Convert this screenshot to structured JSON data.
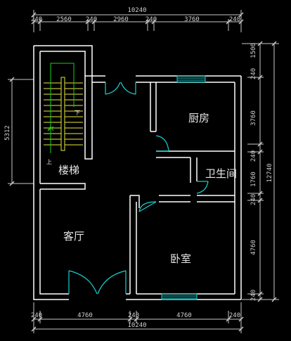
{
  "colors": {
    "background": "#000000",
    "wall": "#ffffff",
    "dimension_line": "#c8c8c8",
    "door_arc": "#19d0d0",
    "window": "#19d0d0",
    "stair": "#e8e83a",
    "stair_arrow": "#19d019"
  },
  "dimensions": {
    "top": {
      "total": "10240",
      "segments": [
        "240",
        "2560",
        "240",
        "2960",
        "240",
        "3760",
        "240"
      ]
    },
    "bottom": {
      "total": "10240",
      "segments": [
        "240",
        "4760",
        "240",
        "4760",
        "240"
      ]
    },
    "left": {
      "value": "5312"
    },
    "right": {
      "total": "12740",
      "segments": [
        "240",
        "1500",
        "3760",
        "240",
        "1760",
        "240",
        "4760",
        "240"
      ]
    }
  },
  "rooms": {
    "stairs": "楼梯",
    "kitchen": "厨房",
    "bathroom": "卫生间",
    "living_room": "客厅",
    "bedroom": "卧室"
  },
  "stair_marks": {
    "up": "上",
    "down": "下"
  }
}
